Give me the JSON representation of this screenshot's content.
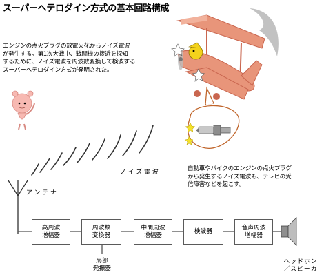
{
  "title": "スーパーヘテロダイン方式の基本回路構成",
  "intro_text": "エンジンの点火プラグの放電火花からノイズ電波\nが発生する。第1次大戦中、戦闘機の接近を探知\nするために、ノイズ電波を周波数変換して検波する\nスーパーヘテロダイン方式が発明された。",
  "side_text": "自動車やバイクのエンジンの点火プラグ\nから発生するノイズ電波も、テレビの受\n信障害などを起こす。",
  "labels": {
    "noise_wave": "ノイズ電波",
    "antenna": "アンテナ",
    "speaker": "ヘッドホン\n／スピーカ"
  },
  "blocks": [
    {
      "label": "高周波\n増幅器"
    },
    {
      "label": "周波数\n変換器"
    },
    {
      "label": "中間周波\n増幅器"
    },
    {
      "label": "検波器"
    },
    {
      "label": "音声周波\n増幅器"
    }
  ],
  "oscillator": {
    "label": "局部\n発振器"
  },
  "colors": {
    "plane_body": "#e8957a",
    "plane_dark": "#c9664f",
    "pilot": "#f3d21c",
    "person": "#f7b9b2",
    "bubble_border": "#c0652b",
    "spark": "#f5e22a",
    "line": "#555555",
    "wave": "#333333"
  }
}
